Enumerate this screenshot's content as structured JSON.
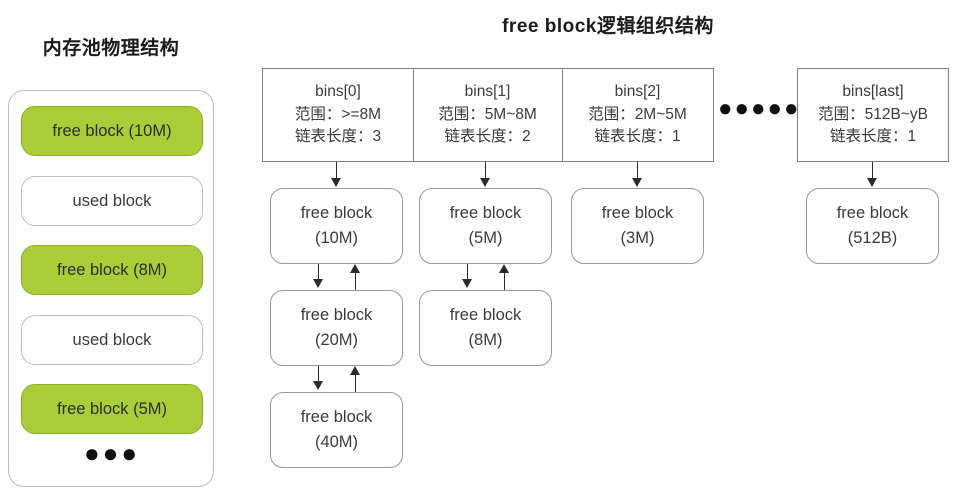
{
  "titles": {
    "pool": "内存池物理结构",
    "logic": "free block逻辑组织结构"
  },
  "memory_pool": {
    "ellipsis": "●●●",
    "blocks": [
      {
        "label": "free block (10M)",
        "state": "free"
      },
      {
        "label": "used block",
        "state": "used"
      },
      {
        "label": "free block (8M)",
        "state": "free"
      },
      {
        "label": "used block",
        "state": "used"
      },
      {
        "label": "free block (5M)",
        "state": "free"
      }
    ]
  },
  "bins": {
    "ellipsis": "●●●●●●",
    "entries": [
      {
        "name": "bins[0]",
        "range": "范围：>=8M",
        "length": "链表长度：3"
      },
      {
        "name": "bins[1]",
        "range": "范围：5M~8M",
        "length": "链表长度：2"
      },
      {
        "name": "bins[2]",
        "range": "范围：2M~5M",
        "length": "链表长度：1"
      },
      {
        "name": "bins[last]",
        "range": "范围：512B~yB",
        "length": "链表长度：1"
      }
    ]
  },
  "chains": [
    {
      "bin": "bins[0]",
      "nodes": [
        {
          "title": "free block",
          "size": "(10M)"
        },
        {
          "title": "free block",
          "size": "(20M)"
        },
        {
          "title": "free block",
          "size": "(40M)"
        }
      ]
    },
    {
      "bin": "bins[1]",
      "nodes": [
        {
          "title": "free block",
          "size": "(5M)"
        },
        {
          "title": "free block",
          "size": "(8M)"
        }
      ]
    },
    {
      "bin": "bins[2]",
      "nodes": [
        {
          "title": "free block",
          "size": "(3M)"
        }
      ]
    },
    {
      "bin": "bins[last]",
      "nodes": [
        {
          "title": "free block",
          "size": "(512B)"
        }
      ]
    }
  ],
  "colors": {
    "free_block_fill": "#a9ce38",
    "free_block_border": "#8fae2d",
    "box_border": "#808080",
    "node_border": "#9a9a9a",
    "arrow": "#2b2b2b",
    "background": "#ffffff"
  }
}
